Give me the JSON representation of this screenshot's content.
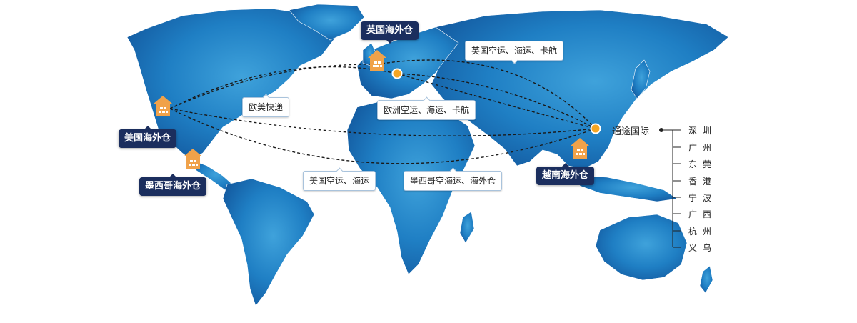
{
  "colors": {
    "ocean": "#ffffff",
    "land_light": "#3fa2db",
    "land_dark": "#13599f",
    "label_dark": "#1b2e5e",
    "warehouse": "#f0a24a",
    "hub": "#f6a623"
  },
  "warehouses": {
    "uk": "英国海外仓",
    "usa": "美国海外仓",
    "mexico": "墨西哥海外仓",
    "vietnam": "越南海外仓"
  },
  "routes": {
    "uk": "英国空运、海运、卡航",
    "europe": "欧洲空运、海运、卡航",
    "euro_us_express": "欧美快递",
    "us": "美国空运、海运",
    "mexico": "墨西哥空海运、海外仓"
  },
  "hub": {
    "name": "通途国际",
    "cities": [
      "深圳",
      "广州",
      "东莞",
      "香港",
      "宁波",
      "广西",
      "杭州",
      "义乌"
    ]
  },
  "icons": [
    "warehouse-icon",
    "hub-dot-icon"
  ]
}
